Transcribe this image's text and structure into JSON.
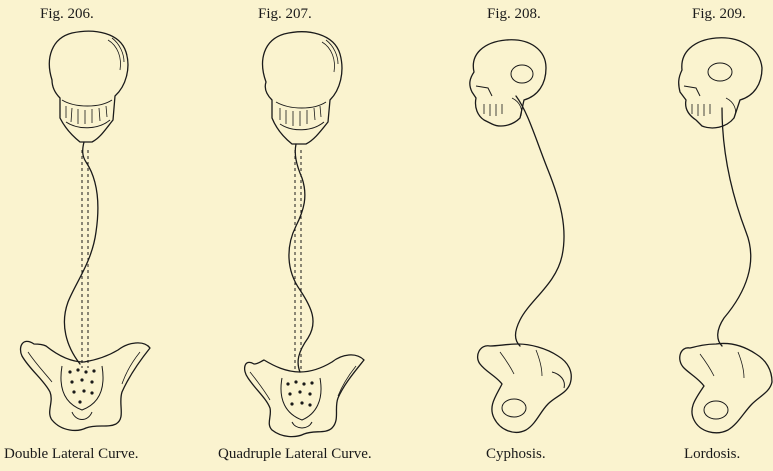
{
  "figures": [
    {
      "title": "Fig. 206.",
      "caption": "Double Lateral Curve."
    },
    {
      "title": "Fig. 207.",
      "caption": "Quadruple Lateral Curve."
    },
    {
      "title": "Fig. 208.",
      "caption": "Cyphosis."
    },
    {
      "title": "Fig. 209.",
      "caption": "Lordosis."
    }
  ]
}
